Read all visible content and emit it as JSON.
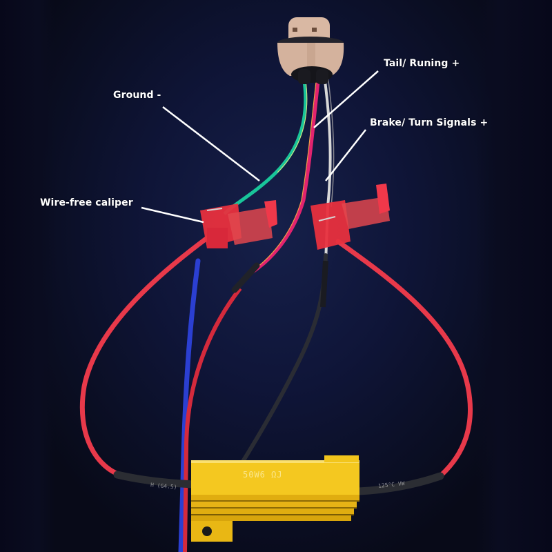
{
  "image": {
    "subject": "LED load resistor wiring harness with bulb socket and T-tap connectors",
    "background_color": "#0f1538"
  },
  "annotations": [
    {
      "id": "tail-running",
      "text": "Tail/ Runing +"
    },
    {
      "id": "ground",
      "text": "Ground -"
    },
    {
      "id": "brake-turn",
      "text": "Brake/ Turn Signals +"
    },
    {
      "id": "wire-free-caliper",
      "text": "Wire-free caliper"
    }
  ],
  "components": {
    "socket": {
      "label": "bulb socket",
      "color": "#d9b8a3"
    },
    "left_connector": {
      "label": "red T-tap connector",
      "color": "#e8303e"
    },
    "right_connector": {
      "label": "red T-tap connector",
      "color": "#e8303e"
    },
    "resistor": {
      "label": "load resistor",
      "marking": "50W6 ΩJ",
      "color": "#f0c419"
    },
    "heat_shrink_left_marking": "H (G4.5)",
    "heat_shrink_right_marking": "125°C VW"
  },
  "wire_colors": {
    "ground": "#19c59a",
    "tail": "#e2236f",
    "brake": "#d8d8d8",
    "red_lead": "#e8394a",
    "blue": "#2b3fd1",
    "black": "#2a2c34"
  }
}
